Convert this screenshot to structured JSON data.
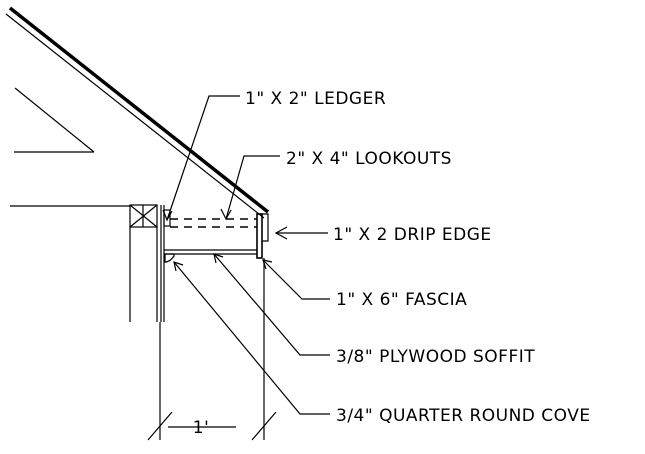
{
  "labels": {
    "ledger": "1\" X 2\" LEDGER",
    "lookouts": "2\" X 4\" LOOKOUTS",
    "drip_edge": "1\" X 2 DRIP EDGE",
    "fascia": "1\" X 6\" FASCIA",
    "soffit": "3/8\" PLYWOOD SOFFIT",
    "cove": "3/4\" QUARTER ROUND COVE",
    "dimension": "1'"
  }
}
